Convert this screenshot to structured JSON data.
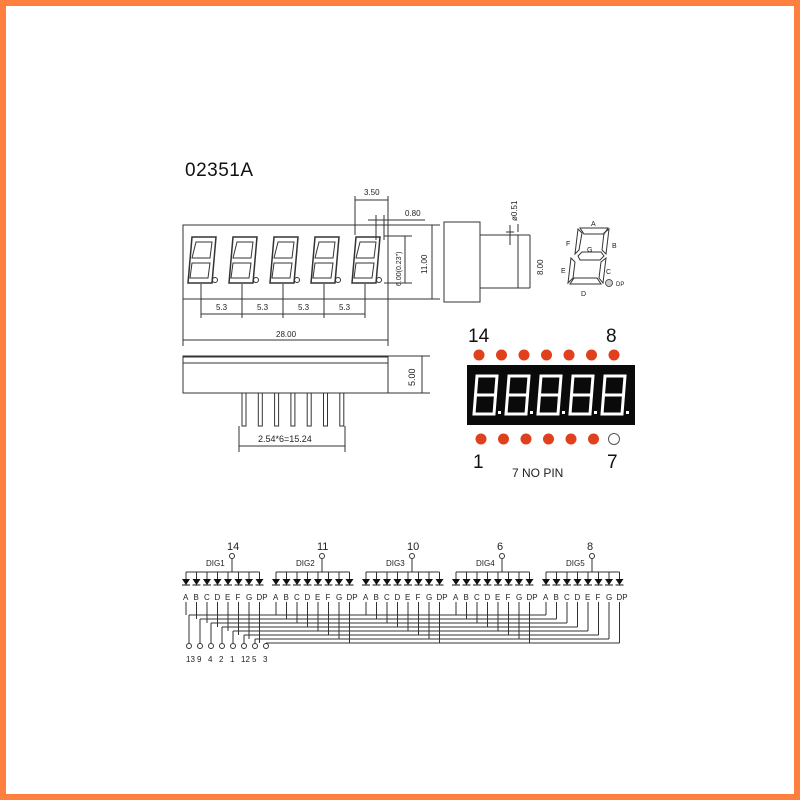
{
  "part_number": "02351A",
  "colors": {
    "frame": "#ff7f3e",
    "line": "#333333",
    "led_red": "#e0401c",
    "display_bg": "#0a0a0a",
    "seg_white": "#ffffff"
  },
  "front_view": {
    "dim_pitch": "5.3",
    "dim_width": "28.00",
    "dim_height": "11.00",
    "dim_digit": "6.00(0.23\")",
    "dim_top": "3.50",
    "dim_dp": "0.80"
  },
  "side_view": {
    "dim_pin_dia": "ø0.51",
    "dim_height": "8.00"
  },
  "bottom_view": {
    "dim_depth": "5.00",
    "dim_pins": "2.54*6=15.24"
  },
  "segment_legend": {
    "labels": [
      "A",
      "B",
      "C",
      "D",
      "E",
      "F",
      "G",
      "DP"
    ]
  },
  "pinout": {
    "top_left": "14",
    "top_right": "8",
    "bottom_left": "1",
    "bottom_right": "7",
    "note": "7 NO PIN"
  },
  "schematic": {
    "digits": [
      {
        "label": "DIG1",
        "pin": "14"
      },
      {
        "label": "DIG2",
        "pin": "11"
      },
      {
        "label": "DIG3",
        "pin": "10"
      },
      {
        "label": "DIG4",
        "pin": "6"
      },
      {
        "label": "DIG5",
        "pin": "8"
      }
    ],
    "segments": [
      "A",
      "B",
      "C",
      "D",
      "E",
      "F",
      "G",
      "DP"
    ],
    "segment_pins": [
      "13",
      "9",
      "4",
      "2",
      "1",
      "12",
      "5",
      "3"
    ]
  }
}
